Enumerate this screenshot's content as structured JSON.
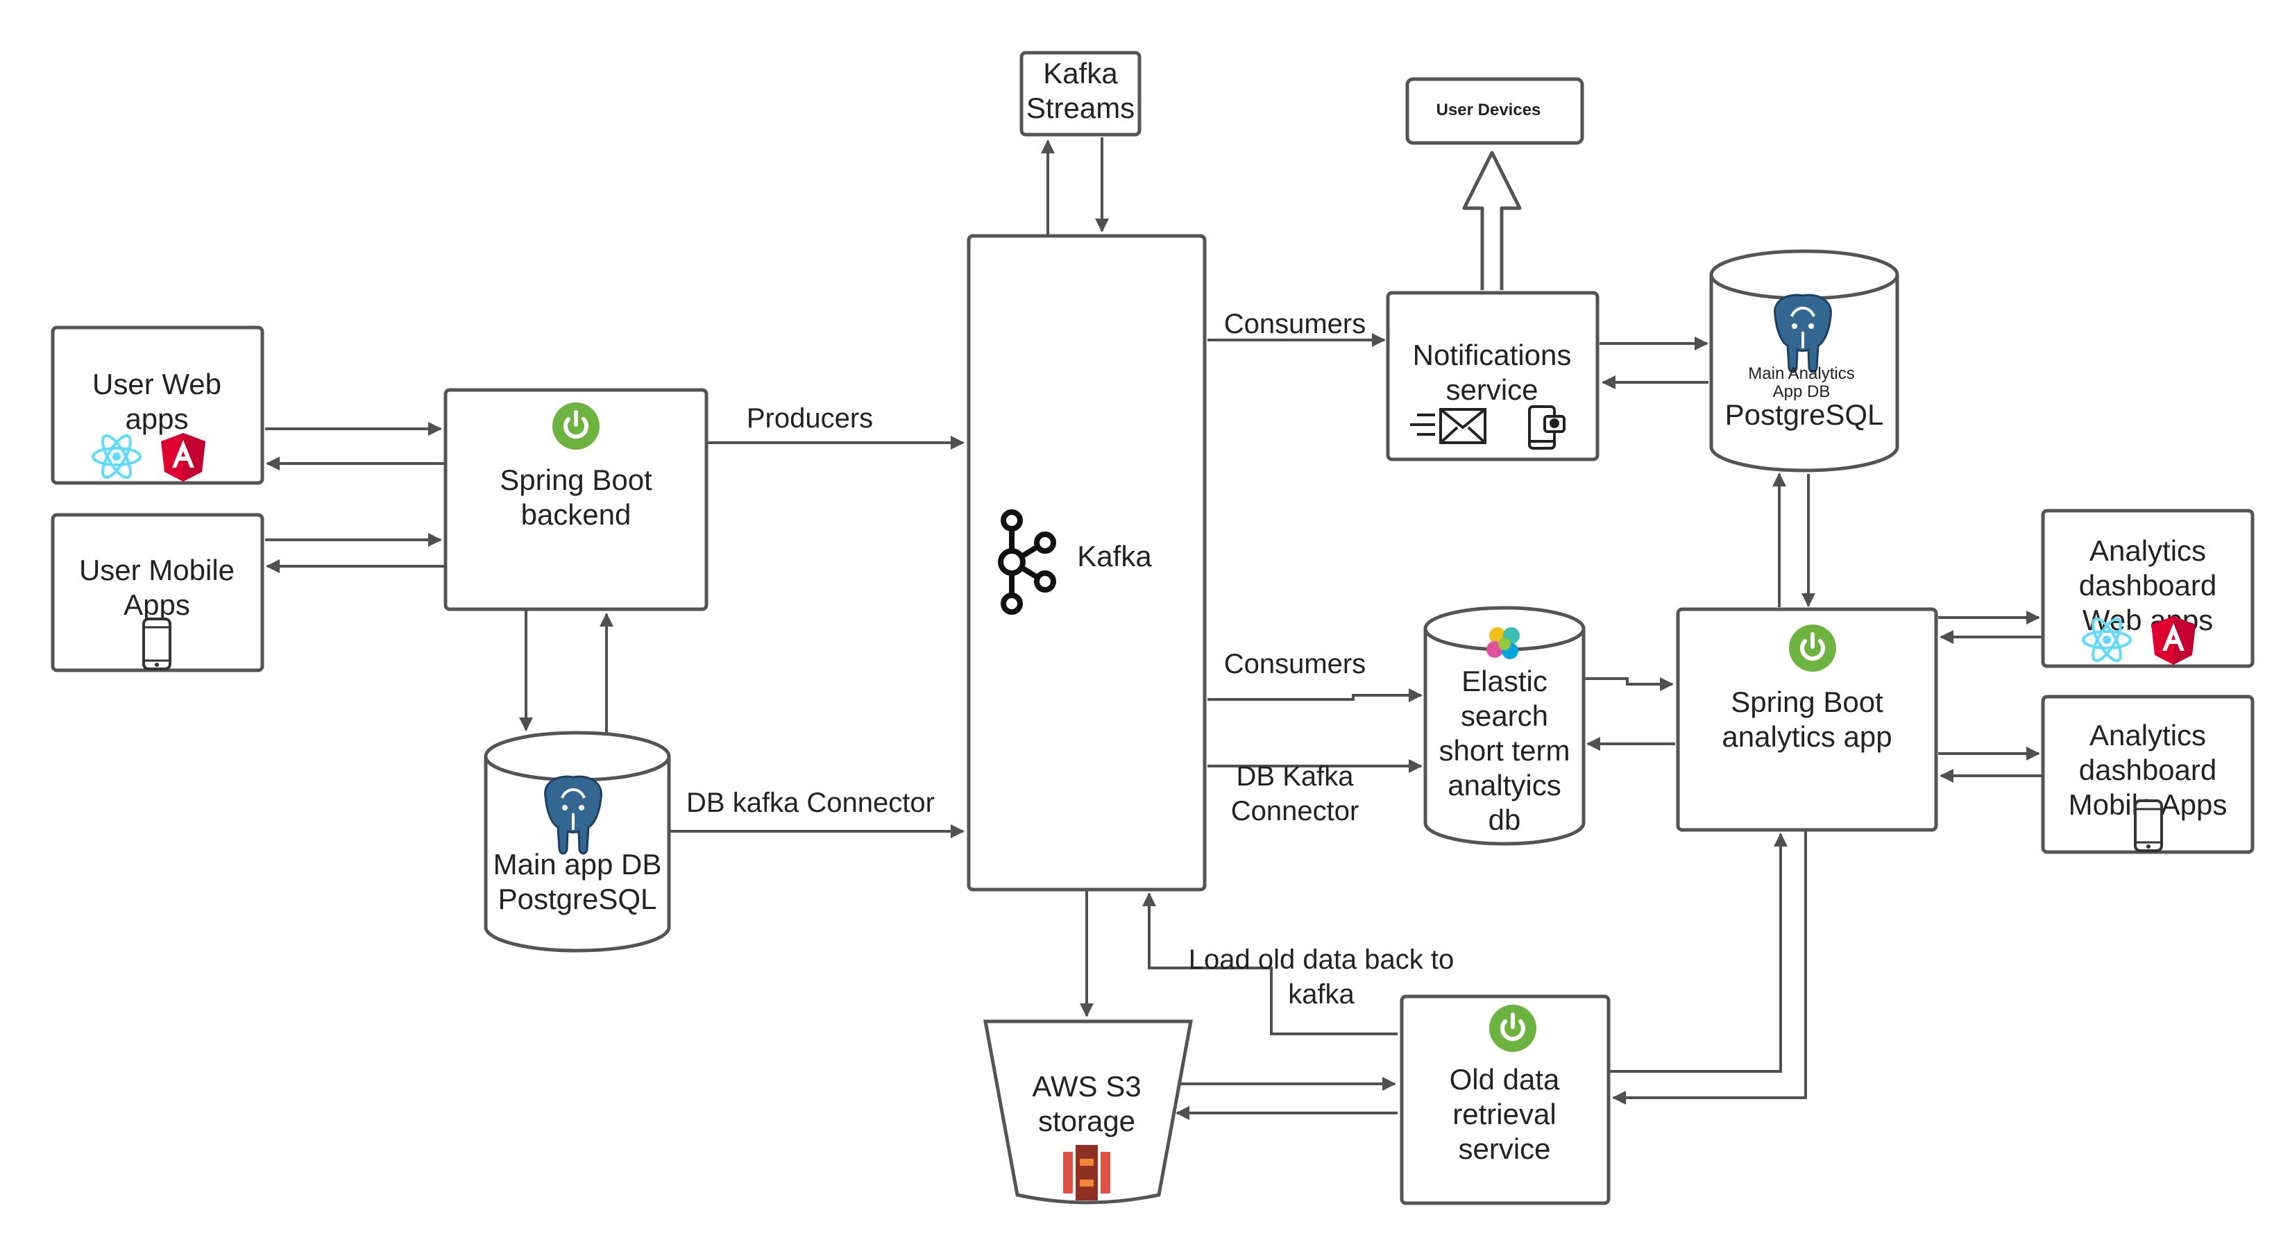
{
  "nodes": {
    "user_web_apps": [
      "User Web",
      "apps"
    ],
    "user_mobile_apps": [
      "User Mobile",
      "Apps"
    ],
    "spring_boot_backend": [
      "Spring Boot",
      "backend"
    ],
    "main_app_db": [
      "Main app DB",
      "PostgreSQL"
    ],
    "kafka_streams": [
      "Kafka",
      "Streams"
    ],
    "kafka": "Kafka",
    "user_devices": "User Devices",
    "notifications_service": [
      "Notifications",
      "service"
    ],
    "analytics_db_small": [
      "Main Analytics",
      "App DB"
    ],
    "analytics_db_main": "PostgreSQL",
    "elastic_search": [
      "Elastic",
      "search",
      "short term",
      "analtyics",
      "db"
    ],
    "spring_boot_analytics": [
      "Spring Boot",
      "analytics app"
    ],
    "analytics_web": [
      "Analytics",
      "dashboard",
      "Web apps"
    ],
    "analytics_mobile": [
      "Analytics",
      "dashboard",
      "Mobile Apps"
    ],
    "aws_s3": [
      "AWS S3",
      "storage"
    ],
    "old_data_service": [
      "Old data",
      "retrieval",
      "service"
    ]
  },
  "edges": {
    "producers": "Producers",
    "consumers_top": "Consumers",
    "consumers_mid": "Consumers",
    "db_kafka_connector": "DB kafka Connector",
    "db_kafka_connector_es": [
      "DB Kafka",
      "Connector"
    ],
    "load_old_data": [
      "Load old data back to",
      "kafka"
    ]
  },
  "icons": {
    "spring": "spring-power-icon",
    "postgres": "postgresql-elephant-icon",
    "react": "react-atom-icon",
    "angular": "angular-shield-icon",
    "phone": "smartphone-icon",
    "kafka": "kafka-logo-icon",
    "email": "email-send-icon",
    "push": "push-notification-icon",
    "elastic": "elasticsearch-logo-icon",
    "s3": "aws-s3-icon"
  },
  "colors": {
    "spring_green": "#6DB33F",
    "postgres_blue": "#336791",
    "react_cyan": "#61DAFB",
    "angular_red": "#DD0031",
    "s3_red": "#E05243",
    "stroke": "#545454"
  }
}
